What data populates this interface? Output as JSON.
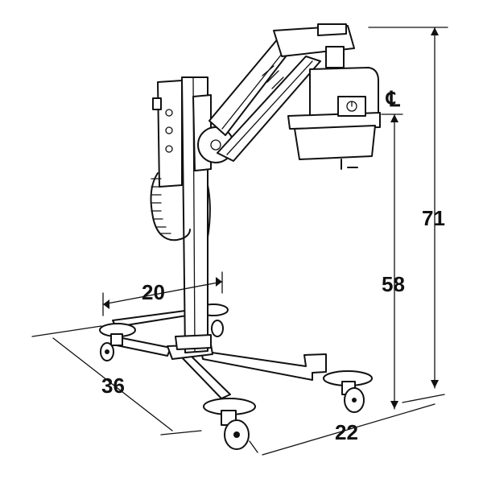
{
  "dimensions": {
    "width_top": "20",
    "depth": "36",
    "width_front": "22",
    "height_center": "58",
    "height_total": "71"
  },
  "centerline_symbol": "℄"
}
